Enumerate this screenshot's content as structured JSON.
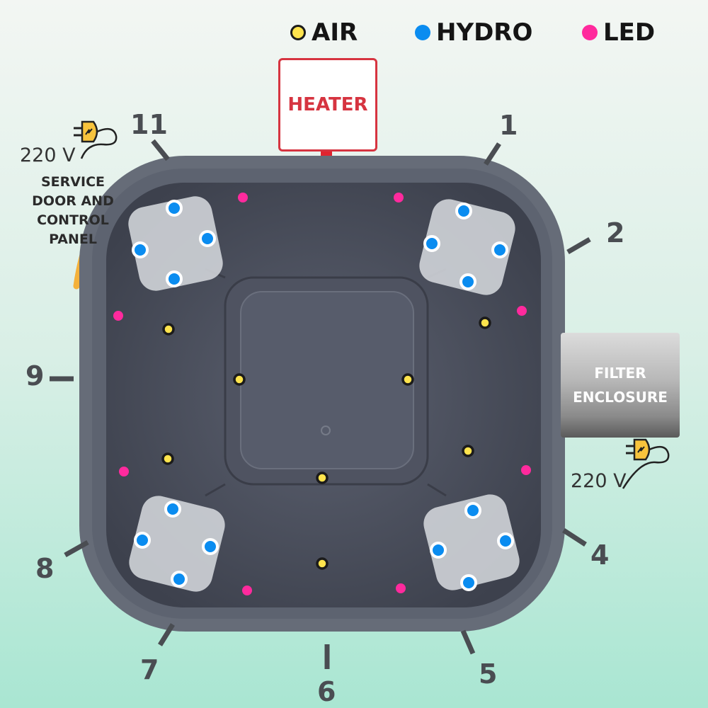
{
  "legend": [
    {
      "label": "AIR",
      "color": "#ffe44d"
    },
    {
      "label": "HYDRO",
      "color": "#0a8cf0"
    },
    {
      "label": "LED",
      "color": "#ff2a9d"
    }
  ],
  "heater": {
    "label": "HEATER"
  },
  "filter": {
    "line1": "FILTER",
    "line2": "ENCLOSURE"
  },
  "power_left": {
    "voltage": "220 V"
  },
  "power_right": {
    "voltage": "220 V"
  },
  "service": {
    "lines": [
      "SERVICE",
      "DOOR AND",
      "CONTROL",
      "PANEL"
    ]
  },
  "positions": [
    "1",
    "2",
    "4",
    "5",
    "6",
    "7",
    "8",
    "9",
    "11"
  ],
  "colors": {
    "tub": "#5e6470",
    "accent_orange": "#f4b13a",
    "heater_red": "#d63440"
  }
}
